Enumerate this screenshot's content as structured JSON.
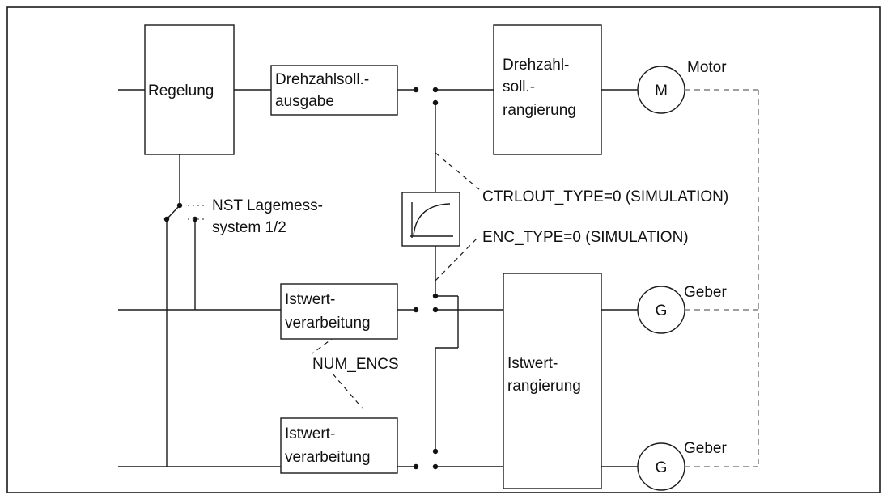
{
  "blocks": {
    "regelung": "Regelung",
    "drehzahlsoll_ausgabe": [
      "Drehzahlsoll.-",
      "ausgabe"
    ],
    "drehzahlsoll_rangierung": [
      "Drehzahl-",
      "soll.-",
      "rangierung"
    ],
    "istwert_verarbeitung_1": [
      "Istwert-",
      "verarbeitung"
    ],
    "istwert_verarbeitung_2": [
      "Istwert-",
      "verarbeitung"
    ],
    "istwert_rangierung": [
      "Istwert-",
      "rangierung"
    ]
  },
  "devices": {
    "motor_symbol": "M",
    "motor_label": "Motor",
    "geber_symbol_1": "G",
    "geber_label_1": "Geber",
    "geber_symbol_2": "G",
    "geber_label_2": "Geber"
  },
  "annotations": {
    "nst_lagemess": [
      "NST Lagemess-",
      "system 1/2"
    ],
    "ctrlout_type": "CTRLOUT_TYPE=0 (SIMULATION)",
    "enc_type": "ENC_TYPE=0 (SIMULATION)",
    "num_encs": "NUM_ENCS"
  }
}
